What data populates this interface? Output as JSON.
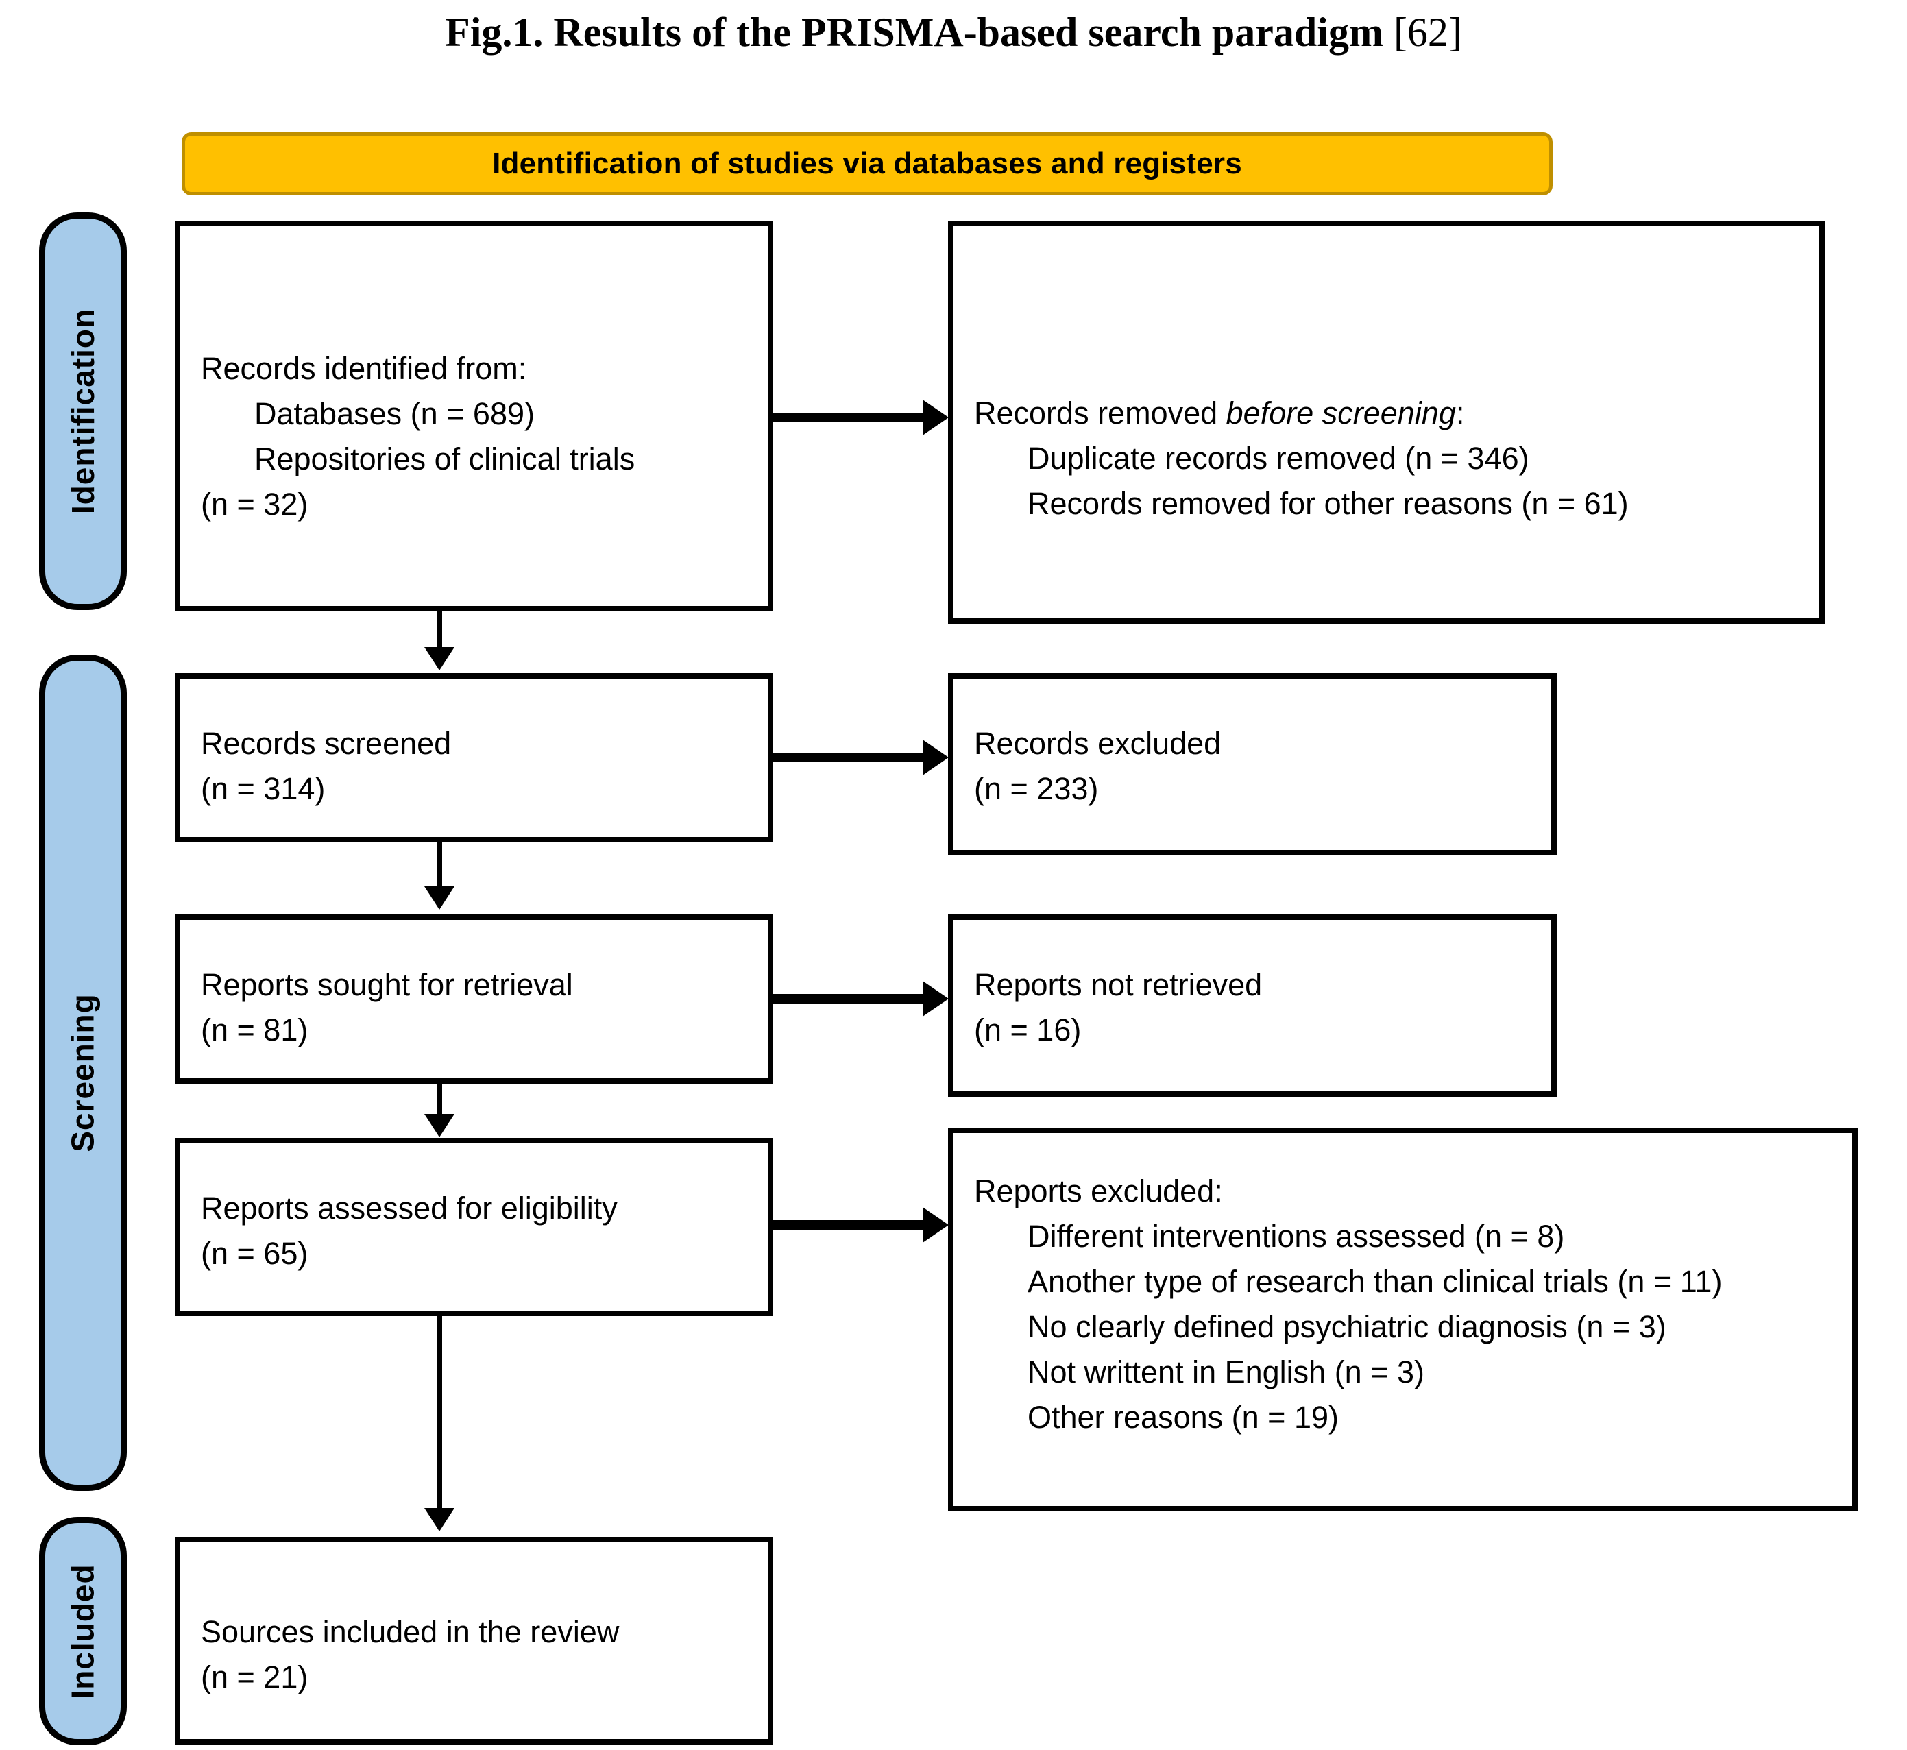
{
  "figure": {
    "title_main": "Fig.1. Results of the PRISMA-based search paradigm",
    "title_reference": "[62]",
    "banner": "Identification of studies via databases and registers"
  },
  "colors": {
    "banner_fill": "#FFC000",
    "banner_border": "#BF8F00",
    "stage_fill": "#A6CBEA",
    "stage_border": "#000000",
    "box_border": "#000000",
    "box_fill": "#FFFFFF",
    "text": "#000000"
  },
  "stages": [
    {
      "name": "identification",
      "label": "Identification"
    },
    {
      "name": "screening",
      "label": "Screening"
    },
    {
      "name": "included",
      "label": "Included"
    }
  ],
  "boxes": {
    "identified": {
      "heading": "Records identified from:",
      "line_databases": "Databases (n = 689)",
      "line_repositories": "Repositories of clinical trials",
      "line_repositories_n": "(n = 32)"
    },
    "removed": {
      "heading_pre": "Records removed ",
      "heading_em": "before screening",
      "heading_post": ":",
      "line_duplicates": "Duplicate records removed (n = 346)",
      "line_other": "Records removed for other reasons (n = 61)"
    },
    "screened": {
      "line1": "Records screened",
      "line2": "(n = 314)"
    },
    "excluded": {
      "line1": "Records excluded",
      "line2": "(n = 233)"
    },
    "sought": {
      "line1": "Reports sought for retrieval",
      "line2": "(n = 81)"
    },
    "not_retrieved": {
      "line1": "Reports not retrieved",
      "line2": "(n = 16)"
    },
    "assessed": {
      "line1": "Reports assessed for eligibility",
      "line2": "(n = 65)"
    },
    "reports_excluded": {
      "heading": "Reports excluded:",
      "reason_1": "Different interventions assessed (n = 8)",
      "reason_2": "Another type of research than clinical trials (n = 11)",
      "reason_3": "No clearly defined psychiatric diagnosis (n = 3)",
      "reason_4": "Not writtent in English (n = 3)",
      "reason_5": "Other reasons (n = 19)"
    },
    "included": {
      "line1": "Sources included in the review",
      "line2": "(n = 21)"
    }
  },
  "counts": {
    "databases": 689,
    "repositories_clinical_trials": 32,
    "duplicate_records_removed": 346,
    "records_removed_other_reasons": 61,
    "records_screened": 314,
    "records_excluded": 233,
    "reports_sought": 81,
    "reports_not_retrieved": 16,
    "reports_assessed": 65,
    "excluded_different_interventions": 8,
    "excluded_another_research_type": 11,
    "excluded_no_psychiatric_diagnosis": 3,
    "excluded_not_english": 3,
    "excluded_other_reasons": 19,
    "sources_included": 21
  }
}
